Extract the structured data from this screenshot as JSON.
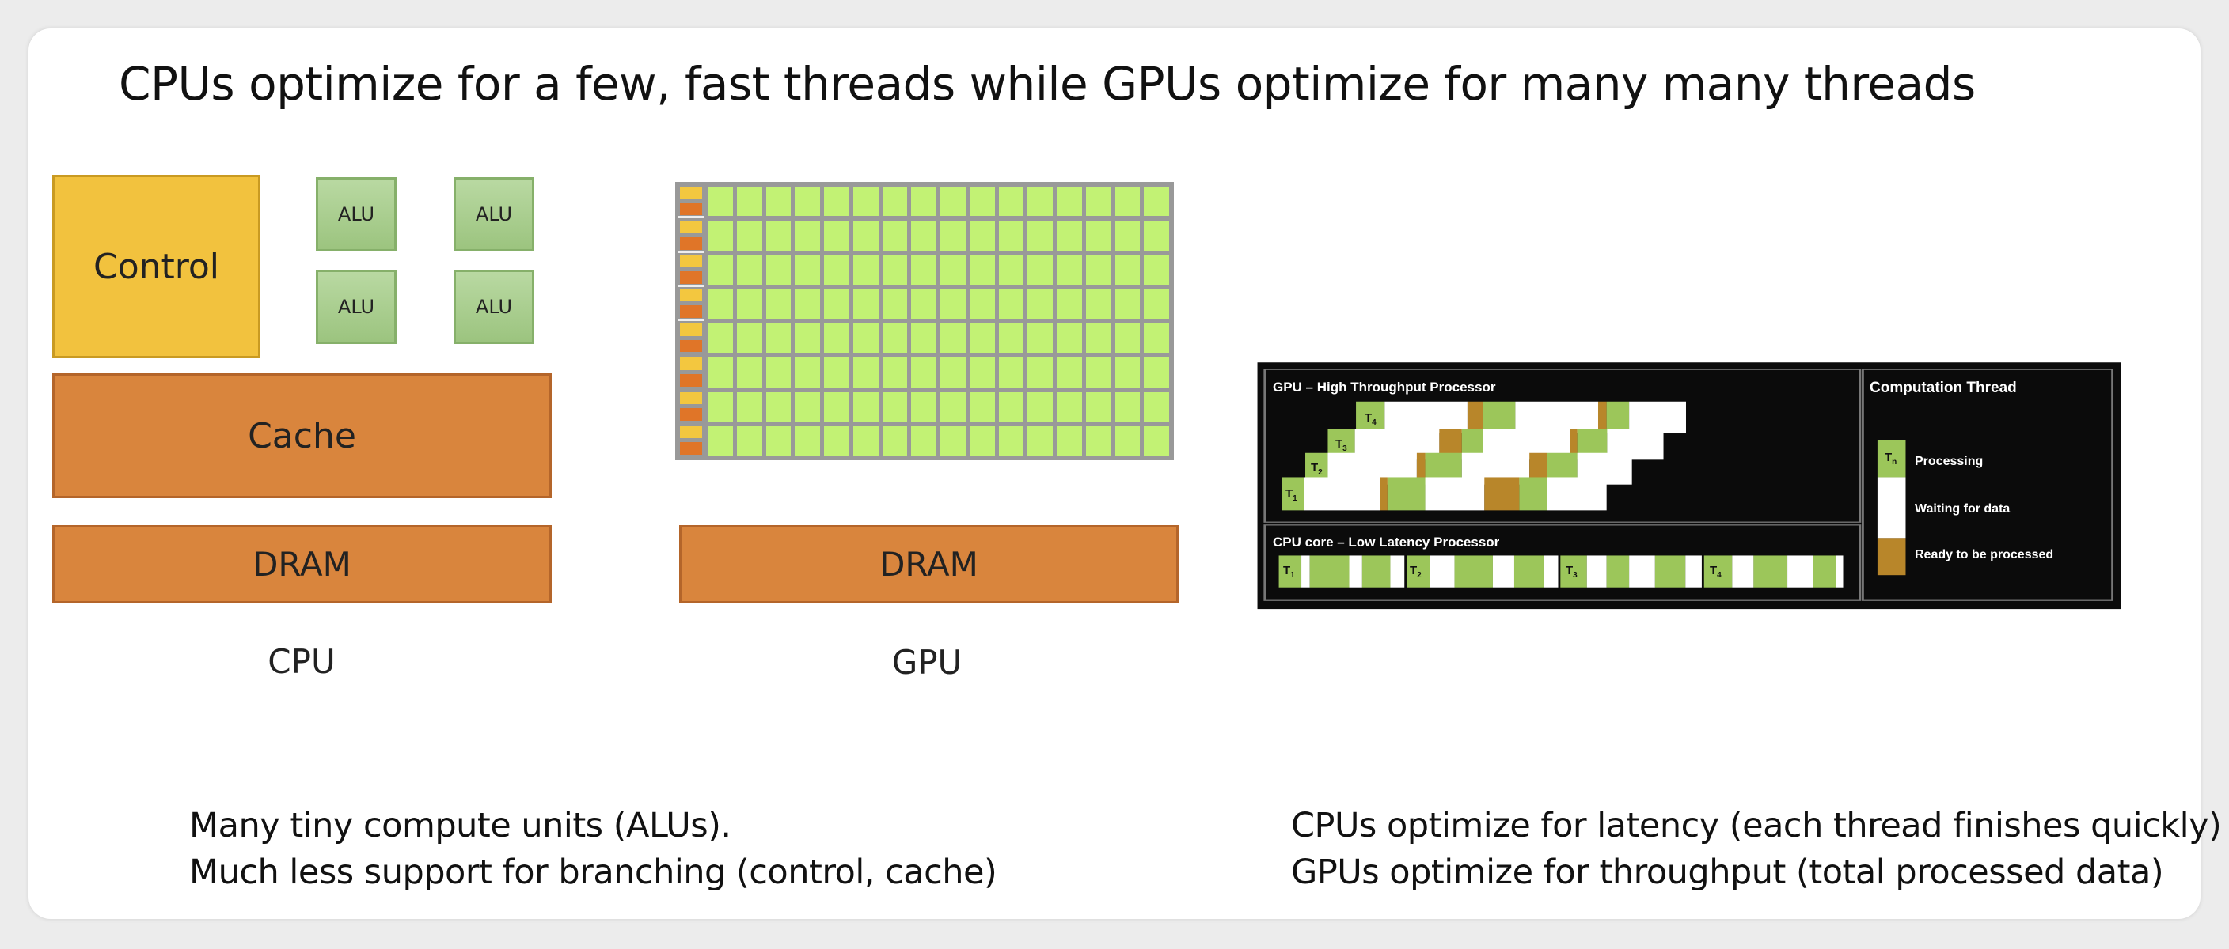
{
  "title": "CPUs optimize for a few, fast threads while GPUs optimize for many many threads",
  "cpu": {
    "control": "Control",
    "alu": [
      "ALU",
      "ALU",
      "ALU",
      "ALU"
    ],
    "cache": "Cache",
    "dram": "DRAM",
    "label": "CPU"
  },
  "gpu": {
    "dram": "DRAM",
    "label": "GPU",
    "grid_rows": 8,
    "grid_cols": 16
  },
  "timing": {
    "gpu_title": "GPU – High Throughput Processor",
    "cpu_title": "CPU core – Low Latency Processor",
    "legend_title": "Computation Thread",
    "legend_tn": "n",
    "legend": [
      "Processing",
      "Waiting for data",
      "Ready to be processed"
    ],
    "threads": [
      "1",
      "2",
      "3",
      "4"
    ],
    "colors": {
      "processing": "#9cc65a",
      "waiting": "#ffffff",
      "ready": "#b8862a"
    }
  },
  "notes_left": [
    "Many tiny compute units (ALUs).",
    "Much less support for branching (control, cache)"
  ],
  "notes_right": [
    "CPUs optimize for latency (each thread finishes quickly)",
    "GPUs optimize for throughput (total processed data)"
  ]
}
